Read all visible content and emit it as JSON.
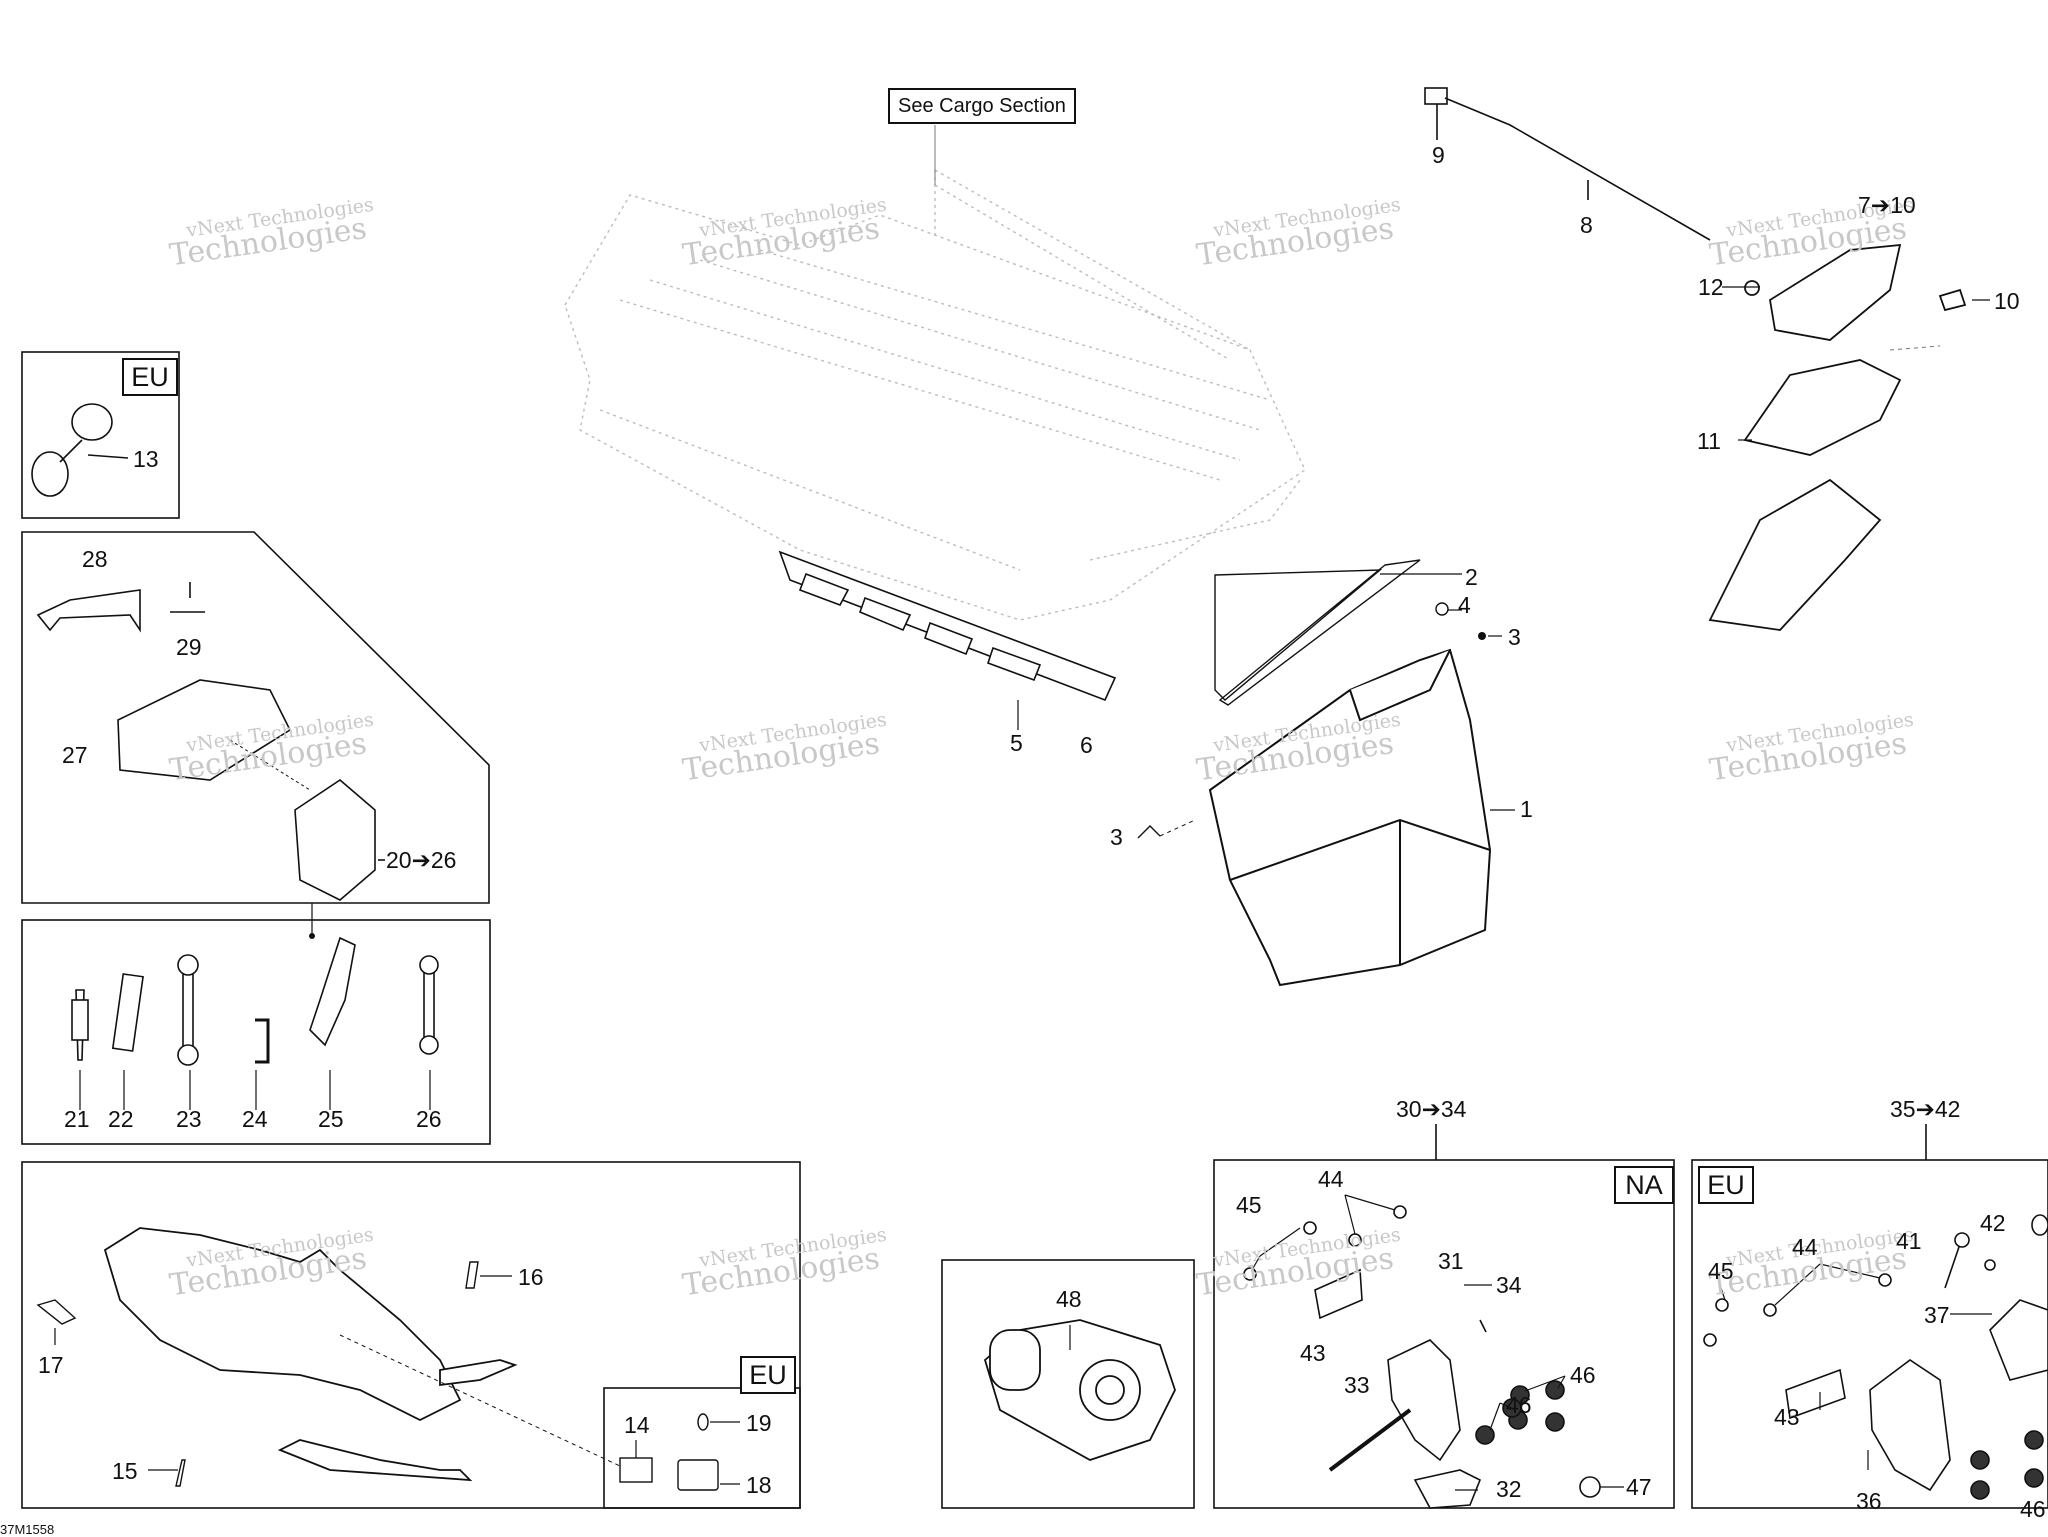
{
  "note_box": "See Cargo Section",
  "region_tags": {
    "eu_mirror": "EU",
    "eu_decals": "EU",
    "na_mount": "NA",
    "eu_mount": "EU"
  },
  "callouts": [
    {
      "id": "c1",
      "text": "1"
    },
    {
      "id": "c2",
      "text": "2"
    },
    {
      "id": "c3a",
      "text": "3"
    },
    {
      "id": "c3b",
      "text": "3"
    },
    {
      "id": "c4",
      "text": "4"
    },
    {
      "id": "c5",
      "text": "5"
    },
    {
      "id": "c6",
      "text": "6"
    },
    {
      "id": "c7_10",
      "text": "7➔10"
    },
    {
      "id": "c8",
      "text": "8"
    },
    {
      "id": "c9",
      "text": "9"
    },
    {
      "id": "c10",
      "text": "10"
    },
    {
      "id": "c11",
      "text": "11"
    },
    {
      "id": "c12",
      "text": "12"
    },
    {
      "id": "c13",
      "text": "13"
    },
    {
      "id": "c14",
      "text": "14"
    },
    {
      "id": "c15",
      "text": "15"
    },
    {
      "id": "c16",
      "text": "16"
    },
    {
      "id": "c17",
      "text": "17"
    },
    {
      "id": "c18",
      "text": "18"
    },
    {
      "id": "c19",
      "text": "19"
    },
    {
      "id": "c20_26",
      "text": "20➔26"
    },
    {
      "id": "c21",
      "text": "21"
    },
    {
      "id": "c22",
      "text": "22"
    },
    {
      "id": "c23",
      "text": "23"
    },
    {
      "id": "c24",
      "text": "24"
    },
    {
      "id": "c25",
      "text": "25"
    },
    {
      "id": "c26",
      "text": "26"
    },
    {
      "id": "c27",
      "text": "27"
    },
    {
      "id": "c28",
      "text": "28"
    },
    {
      "id": "c29",
      "text": "29"
    },
    {
      "id": "c30_34",
      "text": "30➔34"
    },
    {
      "id": "c31",
      "text": "31"
    },
    {
      "id": "c32",
      "text": "32"
    },
    {
      "id": "c33",
      "text": "33"
    },
    {
      "id": "c34",
      "text": "34"
    },
    {
      "id": "c35_42",
      "text": "35➔42"
    },
    {
      "id": "c36",
      "text": "36"
    },
    {
      "id": "c37",
      "text": "37"
    },
    {
      "id": "c41",
      "text": "41"
    },
    {
      "id": "c42",
      "text": "42"
    },
    {
      "id": "c43a",
      "text": "43"
    },
    {
      "id": "c43b",
      "text": "43"
    },
    {
      "id": "c44a",
      "text": "44"
    },
    {
      "id": "c44b",
      "text": "44"
    },
    {
      "id": "c45a",
      "text": "45"
    },
    {
      "id": "c45b",
      "text": "45"
    },
    {
      "id": "c46a",
      "text": "46"
    },
    {
      "id": "c46b",
      "text": "46"
    },
    {
      "id": "c46c",
      "text": "46"
    },
    {
      "id": "c47",
      "text": "47"
    },
    {
      "id": "c48",
      "text": "48"
    }
  ],
  "watermark": {
    "line1": "vNext Technologies",
    "line2": "Technologies"
  },
  "drawing_code": "37M1558"
}
